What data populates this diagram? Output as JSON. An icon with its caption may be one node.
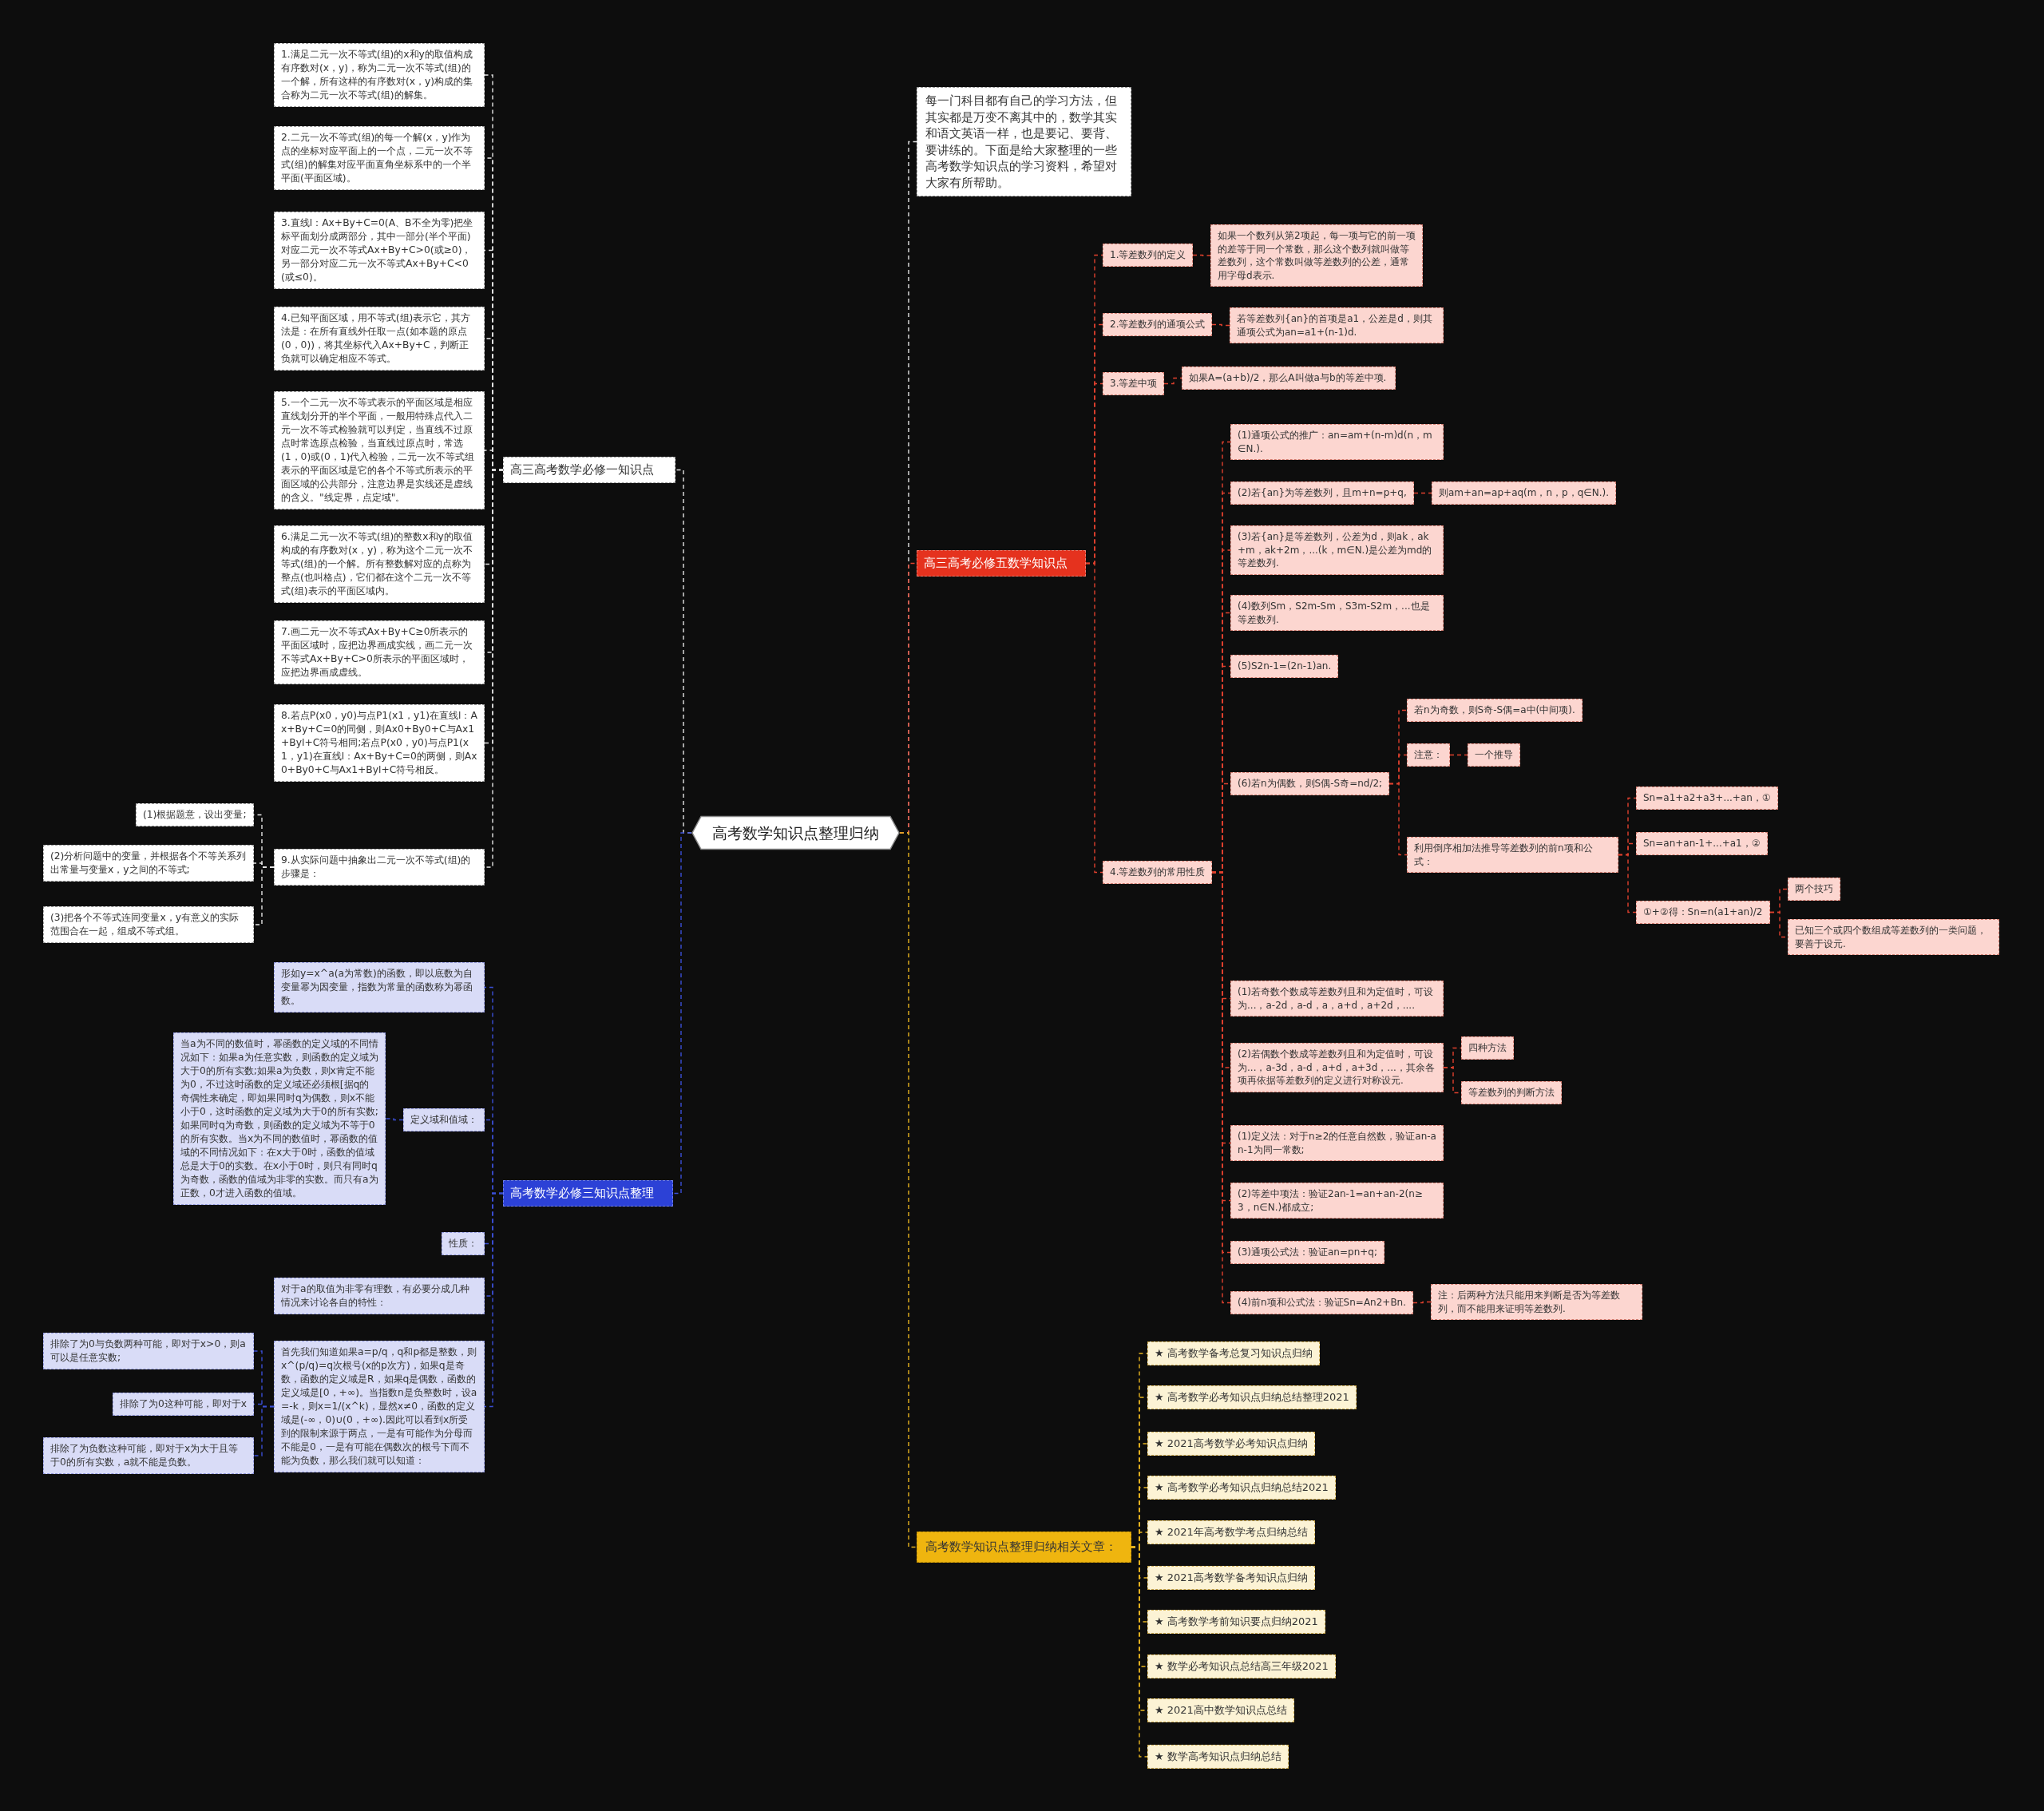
{
  "diagram": {
    "nodes": [
      {
        "text": [
          "高考数学知识点整理归纳"
        ]
      },
      {
        "text": [
          "高三高考数学必修一知识点"
        ]
      },
      {
        "text": [
          "1.满足二元一次不等式(组)的x和y的取值构成有序数对(x，y)，称为二元一次不等式(组)的一个解，所有这样的有序数对(x，y)构成的集合称为二元一次不等式(组)的解集。"
        ]
      },
      {
        "text": [
          "2.二元一次不等式(组)的每一个解(x，y)作为点的坐标对应平面上的一个点，二元一次不等式(组)的解集对应平面直角坐标系中的一个半平面(平面区域)。"
        ]
      },
      {
        "text": [
          "3.直线l：Ax+By+C=0(A、B不全为零)把坐标平面划分成两部分，其中一部分(半个平面)对应二元一次不等式Ax+By+C>0(或≥0)，另一部分对应二元一次不等式Ax+By+C<0(或≤0)。"
        ]
      },
      {
        "text": [
          "4.已知平面区域，用不等式(组)表示它，其方法是：在所有直线外任取一点(如本题的原点(0，0))，将其坐标代入Ax+By+C，判断正负就可以确定相应不等式。"
        ]
      },
      {
        "text": [
          "5.一个二元一次不等式表示的平面区域是相应直线划分开的半个平面，一般用特殊点代入二元一次不等式检验就可以判定，当直线不过原点时常选原点检验，当直线过原点时，常选(1，0)或(0，1)代入检验，二元一次不等式组表示的平面区域是它的各个不等式所表示的平面区域的公共部分，注意边界是实线还是虚线的含义。\"线定界，点定域\"。"
        ]
      },
      {
        "text": [
          "6.满足二元一次不等式(组)的整数x和y的取值构成的有序数对(x，y)，称为这个二元一次不等式(组)的一个解。所有整数解对应的点称为整点(也叫格点)，它们都在这个二元一次不等式(组)表示的平面区域内。"
        ]
      },
      {
        "text": [
          "7.画二元一次不等式Ax+By+C≥0所表示的平面区域时，应把边界画成实线，画二元一次不等式Ax+By+C>0所表示的平面区域时，应把边界画成虚线。"
        ]
      },
      {
        "text": [
          "8.若点P(x0，y0)与点P1(x1，y1)在直线l：Ax+By+C=0的同侧，则Ax0+By0+C与Ax1+Byl+C符号相同;若点P(x0，y0)与点P1(x1，y1)在直线l：Ax+By+C=0的两侧，则Ax0+By0+C与Ax1+Byl+C符号相反。"
        ]
      },
      {
        "text": [
          "9.从实际问题中抽象出二元一次不等式(组)的步骤是："
        ]
      },
      {
        "text": [
          "(1)根据题意，设出变量;"
        ]
      },
      {
        "text": [
          "(2)分析问题中的变量，并根据各个不等关系列出常量与变量x，y之间的不等式;"
        ]
      },
      {
        "text": [
          "(3)把各个不等式连同变量x，y有意义的实际范围合在一起，组成不等式组。"
        ]
      },
      {
        "text": [
          "高考数学必修三知识点整理"
        ]
      },
      {
        "text": [
          "形如y=x^a(a为常数)的函数，即以底数为自变量幂为因变量，指数为常量的函数称为幂函数。"
        ]
      },
      {
        "text": [
          "定义域和值域："
        ]
      },
      {
        "text": [
          "当a为不同的数值时，幂函数的定义域的不同情况如下：如果a为任意实数，则函数的定义域为大于0的所有实数;如果a为负数，则x肯定不能为0，不过这时函数的定义域还必须根[据q的奇偶性来确定，即如果同时q为偶数，则x不能小于0，这时函数的定义域为大于0的所有实数;如果同时q为奇数，则函数的定义域为不等于0的所有实数。当x为不同的数值时，幂函数的值域的不同情况如下：在x大于0时，函数的值域总是大于0的实数。在x小于0时，则只有同时q为奇数，函数的值域为非零的实数。而只有a为正数，0才进入函数的值域。"
        ]
      },
      {
        "text": [
          "性质："
        ]
      },
      {
        "text": [
          "对于a的取值为非零有理数，有必要分成几种情况来讨论各自的特性："
        ]
      },
      {
        "text": [
          "首先我们知道如果a=p/q，q和p都是整数，则x^(p/q)=q次根号(x的p次方)，如果q是奇数，函数的定义域是R，如果q是偶数，函数的定义域是[0，+∞)。当指数n是负整数时，设a=-k，则x=1/(x^k)，显然x≠0，函数的定义域是(-∞，0)∪(0，+∞).因此可以看到x所受到的限制来源于两点，一是有可能作为分母而不能是0，一是有可能在偶数次的根号下而不能为负数，那么我们就可以知道："
        ]
      },
      {
        "text": [
          "排除了为0与负数两种可能，即对于x>0，则a可以是任意实数;"
        ]
      },
      {
        "text": [
          "排除了为0这种可能，即对于x"
        ]
      },
      {
        "text": [
          "排除了为负数这种可能，即对于x为大于且等于0的所有实数，a就不能是负数。"
        ]
      },
      {
        "text": [
          "每一门科目都有自己的学习方法，但其实都是万变不离其中的，数学其实和语文英语一样，也是要记、要背、要讲练的。下面是给大家整理的一些高考数学知识点的学习资料，希望对大家有所帮助。"
        ]
      },
      {
        "text": [
          "高三高考必修五数学知识点"
        ]
      },
      {
        "text": [
          "1.等差数列的定义"
        ]
      },
      {
        "text": [
          "如果一个数列从第2项起，每一项与它的前一项的差等于同一个常数，那么这个数列就叫做等差数列，这个常数叫做等差数列的公差，通常用字母d表示."
        ]
      },
      {
        "text": [
          "2.等差数列的通项公式"
        ]
      },
      {
        "text": [
          "若等差数列{an}的首项是a1，公差是d，则其通项公式为an=a1+(n-1)d."
        ]
      },
      {
        "text": [
          "3.等差中项"
        ]
      },
      {
        "text": [
          "如果A=(a+b)/2，那么A叫做a与b的等差中项."
        ]
      },
      {
        "text": [
          "4.等差数列的常用性质"
        ]
      },
      {
        "text": [
          "(1)通项公式的推广：an=am+(n-m)d(n，m∈N.)."
        ]
      },
      {
        "text": [
          "(2)若{an}为等差数列，且m+n=p+q,"
        ]
      },
      {
        "text": [
          "则am+an=ap+aq(m，n，p，q∈N.)."
        ]
      },
      {
        "text": [
          "(3)若{an}是等差数列，公差为d，则ak，ak+m，ak+2m，...(k，m∈N.)是公差为md的等差数列."
        ]
      },
      {
        "text": [
          "(4)数列Sm，S2m-Sm，S3m-S2m，...也是等差数列."
        ]
      },
      {
        "text": [
          "(5)S2n-1=(2n-1)an."
        ]
      },
      {
        "text": [
          "(6)若n为偶数，则S偶-S奇=nd/2;"
        ]
      },
      {
        "text": [
          "若n为奇数，则S奇-S偶=a中(中间项)."
        ]
      },
      {
        "text": [
          "注意："
        ]
      },
      {
        "text": [
          "一个推导"
        ]
      },
      {
        "text": [
          "利用倒序相加法推导等差数列的前n项和公式："
        ]
      },
      {
        "text": [
          "Sn=a1+a2+a3+...+an，①"
        ]
      },
      {
        "text": [
          "Sn=an+an-1+...+a1，②"
        ]
      },
      {
        "text": [
          "①+②得：Sn=n(a1+an)/2"
        ]
      },
      {
        "text": [
          "两个技巧"
        ]
      },
      {
        "text": [
          "已知三个或四个数组成等差数列的一类问题，要善于设元."
        ]
      },
      {
        "text": [
          "(1)若奇数个数成等差数列且和为定值时，可设为...，a-2d，a-d，a，a+d，a+2d，...."
        ]
      },
      {
        "text": [
          "(2)若偶数个数成等差数列且和为定值时，可设为...，a-3d，a-d，a+d，a+3d，...，其余各项再依据等差数列的定义进行对称设元."
        ]
      },
      {
        "text": [
          "四种方法"
        ]
      },
      {
        "text": [
          "等差数列的判断方法"
        ]
      },
      {
        "text": [
          "(1)定义法：对于n≥2的任意自然数，验证an-an-1为同一常数;"
        ]
      },
      {
        "text": [
          "(2)等差中项法：验证2an-1=an+an-2(n≥3，n∈N.)都成立;"
        ]
      },
      {
        "text": [
          "(3)通项公式法：验证an=pn+q;"
        ]
      },
      {
        "text": [
          "(4)前n项和公式法：验证Sn=An2+Bn."
        ]
      },
      {
        "text": [
          "注：后两种方法只能用来判断是否为等差数列，而不能用来证明等差数列."
        ]
      },
      {
        "text": [
          "高考数学知识点整理归纳相关文章："
        ]
      },
      {
        "text": [
          "★ 高考数学备考总复习知识点归纳"
        ]
      },
      {
        "text": [
          "★ 高考数学必考知识点归纳总结整理2021"
        ]
      },
      {
        "text": [
          "★ 2021高考数学必考知识点归纳"
        ]
      },
      {
        "text": [
          "★ 高考数学必考知识点归纳总结2021"
        ]
      },
      {
        "text": [
          "★ 2021年高考数学考点归纳总结"
        ]
      },
      {
        "text": [
          "★ 2021高考数学备考知识点归纳"
        ]
      },
      {
        "text": [
          "★ 高考数学考前知识要点归纳2021"
        ]
      },
      {
        "text": [
          "★ 数学必考知识点总结高三年级2021"
        ]
      },
      {
        "text": [
          "★ 2021高中数学知识点总结"
        ]
      },
      {
        "text": [
          "★ 数学高考知识点归纳总结"
        ]
      }
    ],
    "edges": [
      {
        "from": 0,
        "to": 1,
        "arrow": "none",
        "style": "dashed",
        "color": "#e6e6e6"
      },
      {
        "from": 1,
        "to": 2,
        "arrow": "none",
        "style": "dashed",
        "color": "#e6e6e6"
      },
      {
        "from": 1,
        "to": 3,
        "arrow": "none",
        "style": "dashed",
        "color": "#e6e6e6"
      },
      {
        "from": 1,
        "to": 4,
        "arrow": "none",
        "style": "dashed",
        "color": "#e6e6e6"
      },
      {
        "from": 1,
        "to": 5,
        "arrow": "none",
        "style": "dashed",
        "color": "#e6e6e6"
      },
      {
        "from": 1,
        "to": 6,
        "arrow": "none",
        "style": "dashed",
        "color": "#e6e6e6"
      },
      {
        "from": 1,
        "to": 7,
        "arrow": "none",
        "style": "dashed",
        "color": "#e6e6e6"
      },
      {
        "from": 1,
        "to": 8,
        "arrow": "none",
        "style": "dashed",
        "color": "#e6e6e6"
      },
      {
        "from": 1,
        "to": 9,
        "arrow": "none",
        "style": "dashed",
        "color": "#e6e6e6"
      },
      {
        "from": 1,
        "to": 10,
        "arrow": "none",
        "style": "dashed",
        "color": "#e6e6e6"
      },
      {
        "from": 10,
        "to": 11,
        "arrow": "none",
        "style": "dashed",
        "color": "#e6e6e6"
      },
      {
        "from": 10,
        "to": 12,
        "arrow": "none",
        "style": "dashed",
        "color": "#e6e6e6"
      },
      {
        "from": 10,
        "to": 13,
        "arrow": "none",
        "style": "dashed",
        "color": "#e6e6e6"
      },
      {
        "from": 0,
        "to": 14,
        "arrow": "none",
        "style": "dashed",
        "color": "#3b4fd6"
      },
      {
        "from": 14,
        "to": 15,
        "arrow": "none",
        "style": "dashed",
        "color": "#3b4fd6"
      },
      {
        "from": 14,
        "to": 16,
        "arrow": "none",
        "style": "dashed",
        "color": "#3b4fd6"
      },
      {
        "from": 16,
        "to": 17,
        "arrow": "none",
        "style": "dashed",
        "color": "#3b4fd6"
      },
      {
        "from": 14,
        "to": 18,
        "arrow": "none",
        "style": "dashed",
        "color": "#3b4fd6"
      },
      {
        "from": 14,
        "to": 19,
        "arrow": "none",
        "style": "dashed",
        "color": "#3b4fd6"
      },
      {
        "from": 14,
        "to": 20,
        "arrow": "none",
        "style": "dashed",
        "color": "#3b4fd6"
      },
      {
        "from": 20,
        "to": 21,
        "arrow": "none",
        "style": "dashed",
        "color": "#3b4fd6"
      },
      {
        "from": 20,
        "to": 22,
        "arrow": "none",
        "style": "dashed",
        "color": "#3b4fd6"
      },
      {
        "from": 20,
        "to": 23,
        "arrow": "none",
        "style": "dashed",
        "color": "#3b4fd6"
      },
      {
        "from": 0,
        "to": 24,
        "arrow": "none",
        "style": "dashed",
        "color": "#e6e6e6"
      },
      {
        "from": 0,
        "to": 25,
        "arrow": "none",
        "style": "dashed",
        "color": "#e0412e"
      },
      {
        "from": 25,
        "to": 26,
        "arrow": "none",
        "style": "dashed",
        "color": "#e0412e"
      },
      {
        "from": 26,
        "to": 27,
        "arrow": "none",
        "style": "dashed",
        "color": "#e0412e"
      },
      {
        "from": 25,
        "to": 28,
        "arrow": "none",
        "style": "dashed",
        "color": "#e0412e"
      },
      {
        "from": 28,
        "to": 29,
        "arrow": "none",
        "style": "dashed",
        "color": "#e0412e"
      },
      {
        "from": 25,
        "to": 30,
        "arrow": "none",
        "style": "dashed",
        "color": "#e0412e"
      },
      {
        "from": 30,
        "to": 31,
        "arrow": "none",
        "style": "dashed",
        "color": "#e0412e"
      },
      {
        "from": 25,
        "to": 32,
        "arrow": "none",
        "style": "dashed",
        "color": "#e0412e"
      },
      {
        "from": 32,
        "to": 33,
        "arrow": "none",
        "style": "dashed",
        "color": "#e0412e"
      },
      {
        "from": 32,
        "to": 34,
        "arrow": "none",
        "style": "dashed",
        "color": "#e0412e"
      },
      {
        "from": 34,
        "to": 35,
        "arrow": "none",
        "style": "dashed",
        "color": "#e0412e"
      },
      {
        "from": 32,
        "to": 36,
        "arrow": "none",
        "style": "dashed",
        "color": "#e0412e"
      },
      {
        "from": 32,
        "to": 37,
        "arrow": "none",
        "style": "dashed",
        "color": "#e0412e"
      },
      {
        "from": 32,
        "to": 38,
        "arrow": "none",
        "style": "dashed",
        "color": "#e0412e"
      },
      {
        "from": 32,
        "to": 39,
        "arrow": "none",
        "style": "dashed",
        "color": "#e0412e"
      },
      {
        "from": 39,
        "to": 40,
        "arrow": "none",
        "style": "dashed",
        "color": "#e0412e"
      },
      {
        "from": 39,
        "to": 41,
        "arrow": "none",
        "style": "dashed",
        "color": "#e0412e"
      },
      {
        "from": 41,
        "to": 42,
        "arrow": "none",
        "style": "dashed",
        "color": "#e0412e"
      },
      {
        "from": 39,
        "to": 43,
        "arrow": "none",
        "style": "dashed",
        "color": "#e0412e"
      },
      {
        "from": 43,
        "to": 44,
        "arrow": "none",
        "style": "dashed",
        "color": "#e0412e"
      },
      {
        "from": 43,
        "to": 45,
        "arrow": "none",
        "style": "dashed",
        "color": "#e0412e"
      },
      {
        "from": 43,
        "to": 46,
        "arrow": "none",
        "style": "dashed",
        "color": "#e0412e"
      },
      {
        "from": 46,
        "to": 47,
        "arrow": "none",
        "style": "dashed",
        "color": "#e0412e"
      },
      {
        "from": 46,
        "to": 48,
        "arrow": "none",
        "style": "dashed",
        "color": "#e0412e"
      },
      {
        "from": 32,
        "to": 49,
        "arrow": "none",
        "style": "dashed",
        "color": "#e0412e"
      },
      {
        "from": 32,
        "to": 50,
        "arrow": "none",
        "style": "dashed",
        "color": "#e0412e"
      },
      {
        "from": 50,
        "to": 51,
        "arrow": "none",
        "style": "dashed",
        "color": "#e0412e"
      },
      {
        "from": 50,
        "to": 52,
        "arrow": "none",
        "style": "dashed",
        "color": "#e0412e"
      },
      {
        "from": 32,
        "to": 53,
        "arrow": "none",
        "style": "dashed",
        "color": "#e0412e"
      },
      {
        "from": 32,
        "to": 54,
        "arrow": "none",
        "style": "dashed",
        "color": "#e0412e"
      },
      {
        "from": 32,
        "to": 55,
        "arrow": "none",
        "style": "dashed",
        "color": "#e0412e"
      },
      {
        "from": 32,
        "to": 56,
        "arrow": "none",
        "style": "dashed",
        "color": "#e0412e"
      },
      {
        "from": 56,
        "to": 57,
        "arrow": "none",
        "style": "dashed",
        "color": "#e0412e"
      },
      {
        "from": 0,
        "to": 58,
        "arrow": "none",
        "style": "dashed",
        "color": "#e8b520"
      },
      {
        "from": 58,
        "to": 59,
        "arrow": "none",
        "style": "dashed",
        "color": "#e8b520"
      },
      {
        "from": 58,
        "to": 60,
        "arrow": "none",
        "style": "dashed",
        "color": "#e8b520"
      },
      {
        "from": 58,
        "to": 61,
        "arrow": "none",
        "style": "dashed",
        "color": "#e8b520"
      },
      {
        "from": 58,
        "to": 62,
        "arrow": "none",
        "style": "dashed",
        "color": "#e8b520"
      },
      {
        "from": 58,
        "to": 63,
        "arrow": "none",
        "style": "dashed",
        "color": "#e8b520"
      },
      {
        "from": 58,
        "to": 64,
        "arrow": "none",
        "style": "dashed",
        "color": "#e8b520"
      },
      {
        "from": 58,
        "to": 65,
        "arrow": "none",
        "style": "dashed",
        "color": "#e8b520"
      },
      {
        "from": 58,
        "to": 66,
        "arrow": "none",
        "style": "dashed",
        "color": "#e8b520"
      },
      {
        "from": 58,
        "to": 67,
        "arrow": "none",
        "style": "dashed",
        "color": "#e8b520"
      },
      {
        "from": 58,
        "to": 68,
        "arrow": "none",
        "style": "dashed",
        "color": "#e8b520"
      }
    ]
  }
}
